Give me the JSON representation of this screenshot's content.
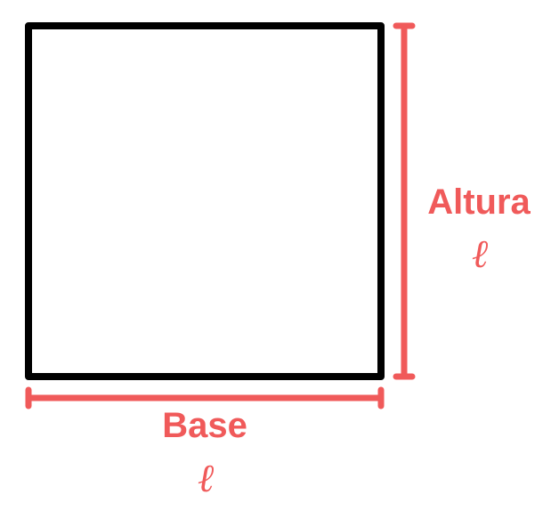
{
  "shape": {
    "kind": "square",
    "stroke_color": "#000000"
  },
  "accent_color": "#f05a5a",
  "height_dimension": {
    "label": "Altura",
    "symbol": "ℓ"
  },
  "base_dimension": {
    "label": "Base",
    "symbol": "ℓ"
  }
}
